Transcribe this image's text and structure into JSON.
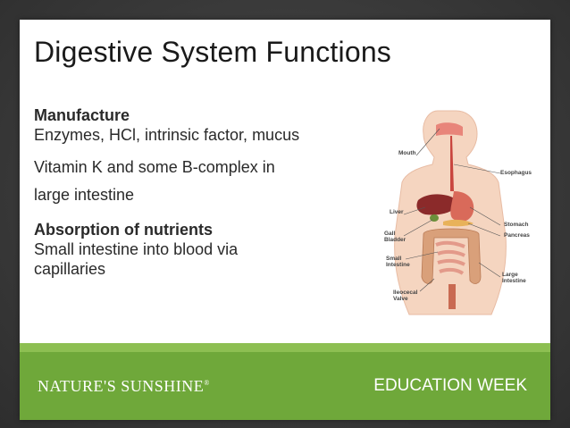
{
  "slide": {
    "title": "Digestive System Functions",
    "sections": [
      {
        "heading": "Manufacture",
        "lines": [
          "Enzymes, HCl, intrinsic factor, mucus"
        ]
      },
      {
        "lines": [
          "Vitamin K and some B-complex in",
          "large intestine"
        ]
      },
      {
        "heading": "Absorption of nutrients",
        "lines": [
          "Small intestine into blood via",
          "capillaries"
        ]
      }
    ]
  },
  "diagram": {
    "labels": {
      "mouth": "Mouth",
      "esophagus": "Esophagus",
      "liver": "Liver",
      "stomach": "Stomach",
      "gall_bladder": "Gall\nBladder",
      "pancreas": "Pancreas",
      "small_intestine": "Small\nIntestine",
      "large_intestine": "Large\nIntestine",
      "ileocecal_valve": "Ileocecal\nValve"
    }
  },
  "footer": {
    "brand": "NATURE'S SUNSHINE",
    "brand_mark": "®",
    "program": "EDUCATION WEEK",
    "color": "#6fa83a"
  }
}
